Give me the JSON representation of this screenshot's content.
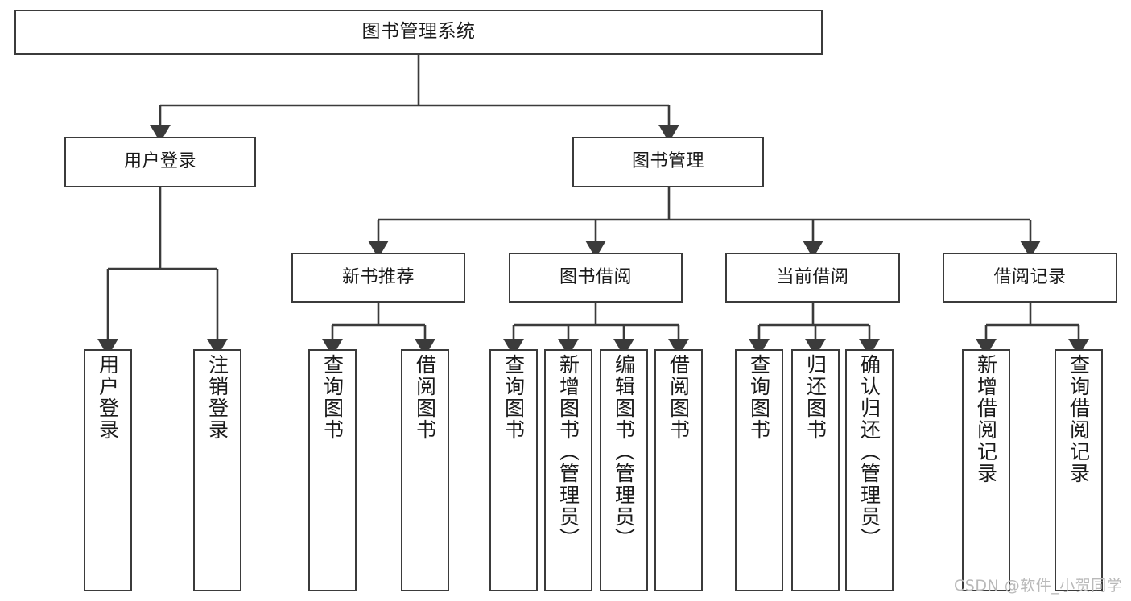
{
  "diagram": {
    "title": "图书管理系统",
    "type": "tree-hierarchy-diagram",
    "colors": {
      "box_border": "#3b3b3b",
      "box_fill": "#ffffff",
      "edge": "#3b3b3b",
      "text": "#1a1a1a",
      "watermark": "#b9b9b9"
    },
    "nodes": {
      "root": "图书管理系统",
      "level2": {
        "user_login": "用户登录",
        "book_manage": "图书管理"
      },
      "level3": {
        "new_book_rec": "新书推荐",
        "book_borrow": "图书借阅",
        "current_borrow": "当前借阅",
        "borrow_record": "借阅记录"
      },
      "leaves": {
        "user_login_1": "用户登录",
        "user_login_2": "注销登录",
        "new_book_rec_1": "查询图书",
        "new_book_rec_2": "借阅图书",
        "book_borrow_1": "查询图书",
        "book_borrow_2": "新增图书（管理员）",
        "book_borrow_3": "编辑图书（管理员）",
        "book_borrow_4": "借阅图书",
        "current_borrow_1": "查询图书",
        "current_borrow_2": "归还图书",
        "current_borrow_3": "确认归还（管理员）",
        "borrow_record_1": "新增借阅记录",
        "borrow_record_2": "查询借阅记录"
      }
    },
    "watermark": "CSDN @软件_小贺同学"
  }
}
